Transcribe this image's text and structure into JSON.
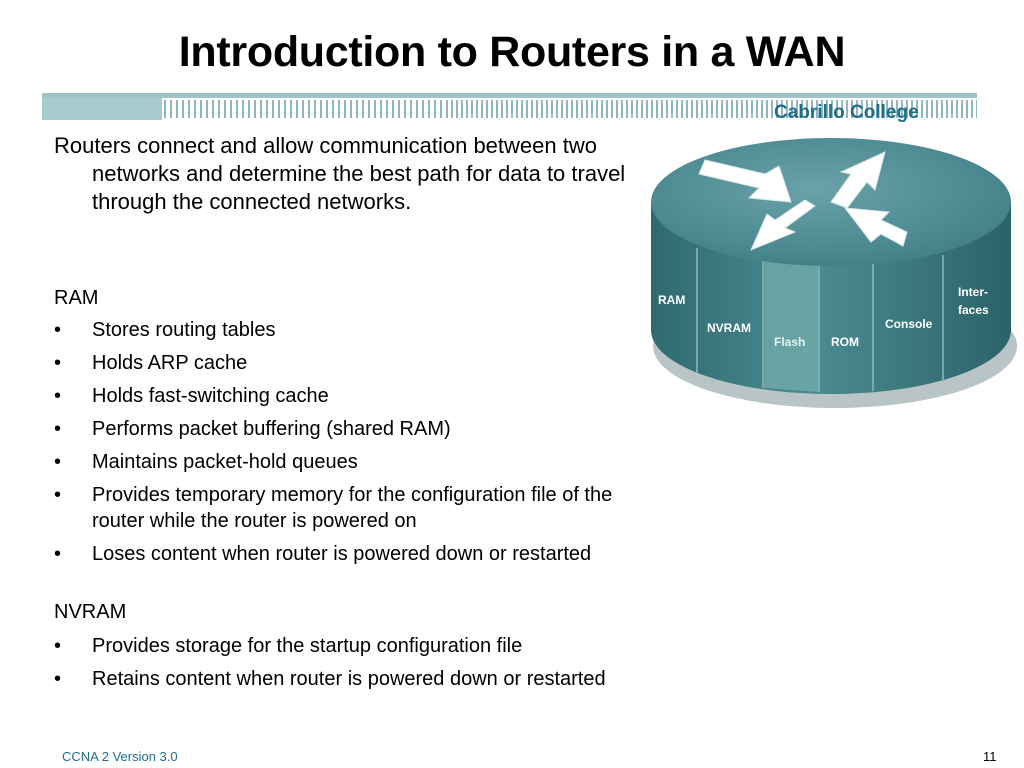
{
  "slide": {
    "title": "Introduction to Routers in a WAN",
    "college": "Cabrillo College",
    "intro": "Routers connect and allow communication between two networks and determine the best path for data to travel through the connected networks.",
    "ram": {
      "heading": "RAM",
      "items": [
        "Stores routing tables",
        "Holds ARP cache",
        "Holds fast-switching cache",
        "Performs packet buffering (shared RAM)",
        "Maintains packet-hold queues",
        "Provides temporary memory for the configuration file of the router while the router is powered on",
        "Loses content when router is powered down or restarted"
      ]
    },
    "nvram": {
      "heading": "NVRAM",
      "items": [
        "Provides storage for the startup configuration file",
        "Retains content when router is powered down or restarted"
      ]
    },
    "bullet": "•",
    "footer_left": "CCNA 2 Version 3.0",
    "page_number": "11"
  },
  "router": {
    "sections": {
      "ram": "RAM",
      "nvram": "NVRAM",
      "flash": "Flash",
      "rom": "ROM",
      "console": "Console",
      "interfaces_1": "Inter-",
      "interfaces_2": "faces"
    }
  },
  "colors": {
    "accent": "#1f6e8c",
    "router_top": "#4f8e96",
    "router_body": "#3c7a80",
    "flash_band": "#6ea8a8"
  }
}
